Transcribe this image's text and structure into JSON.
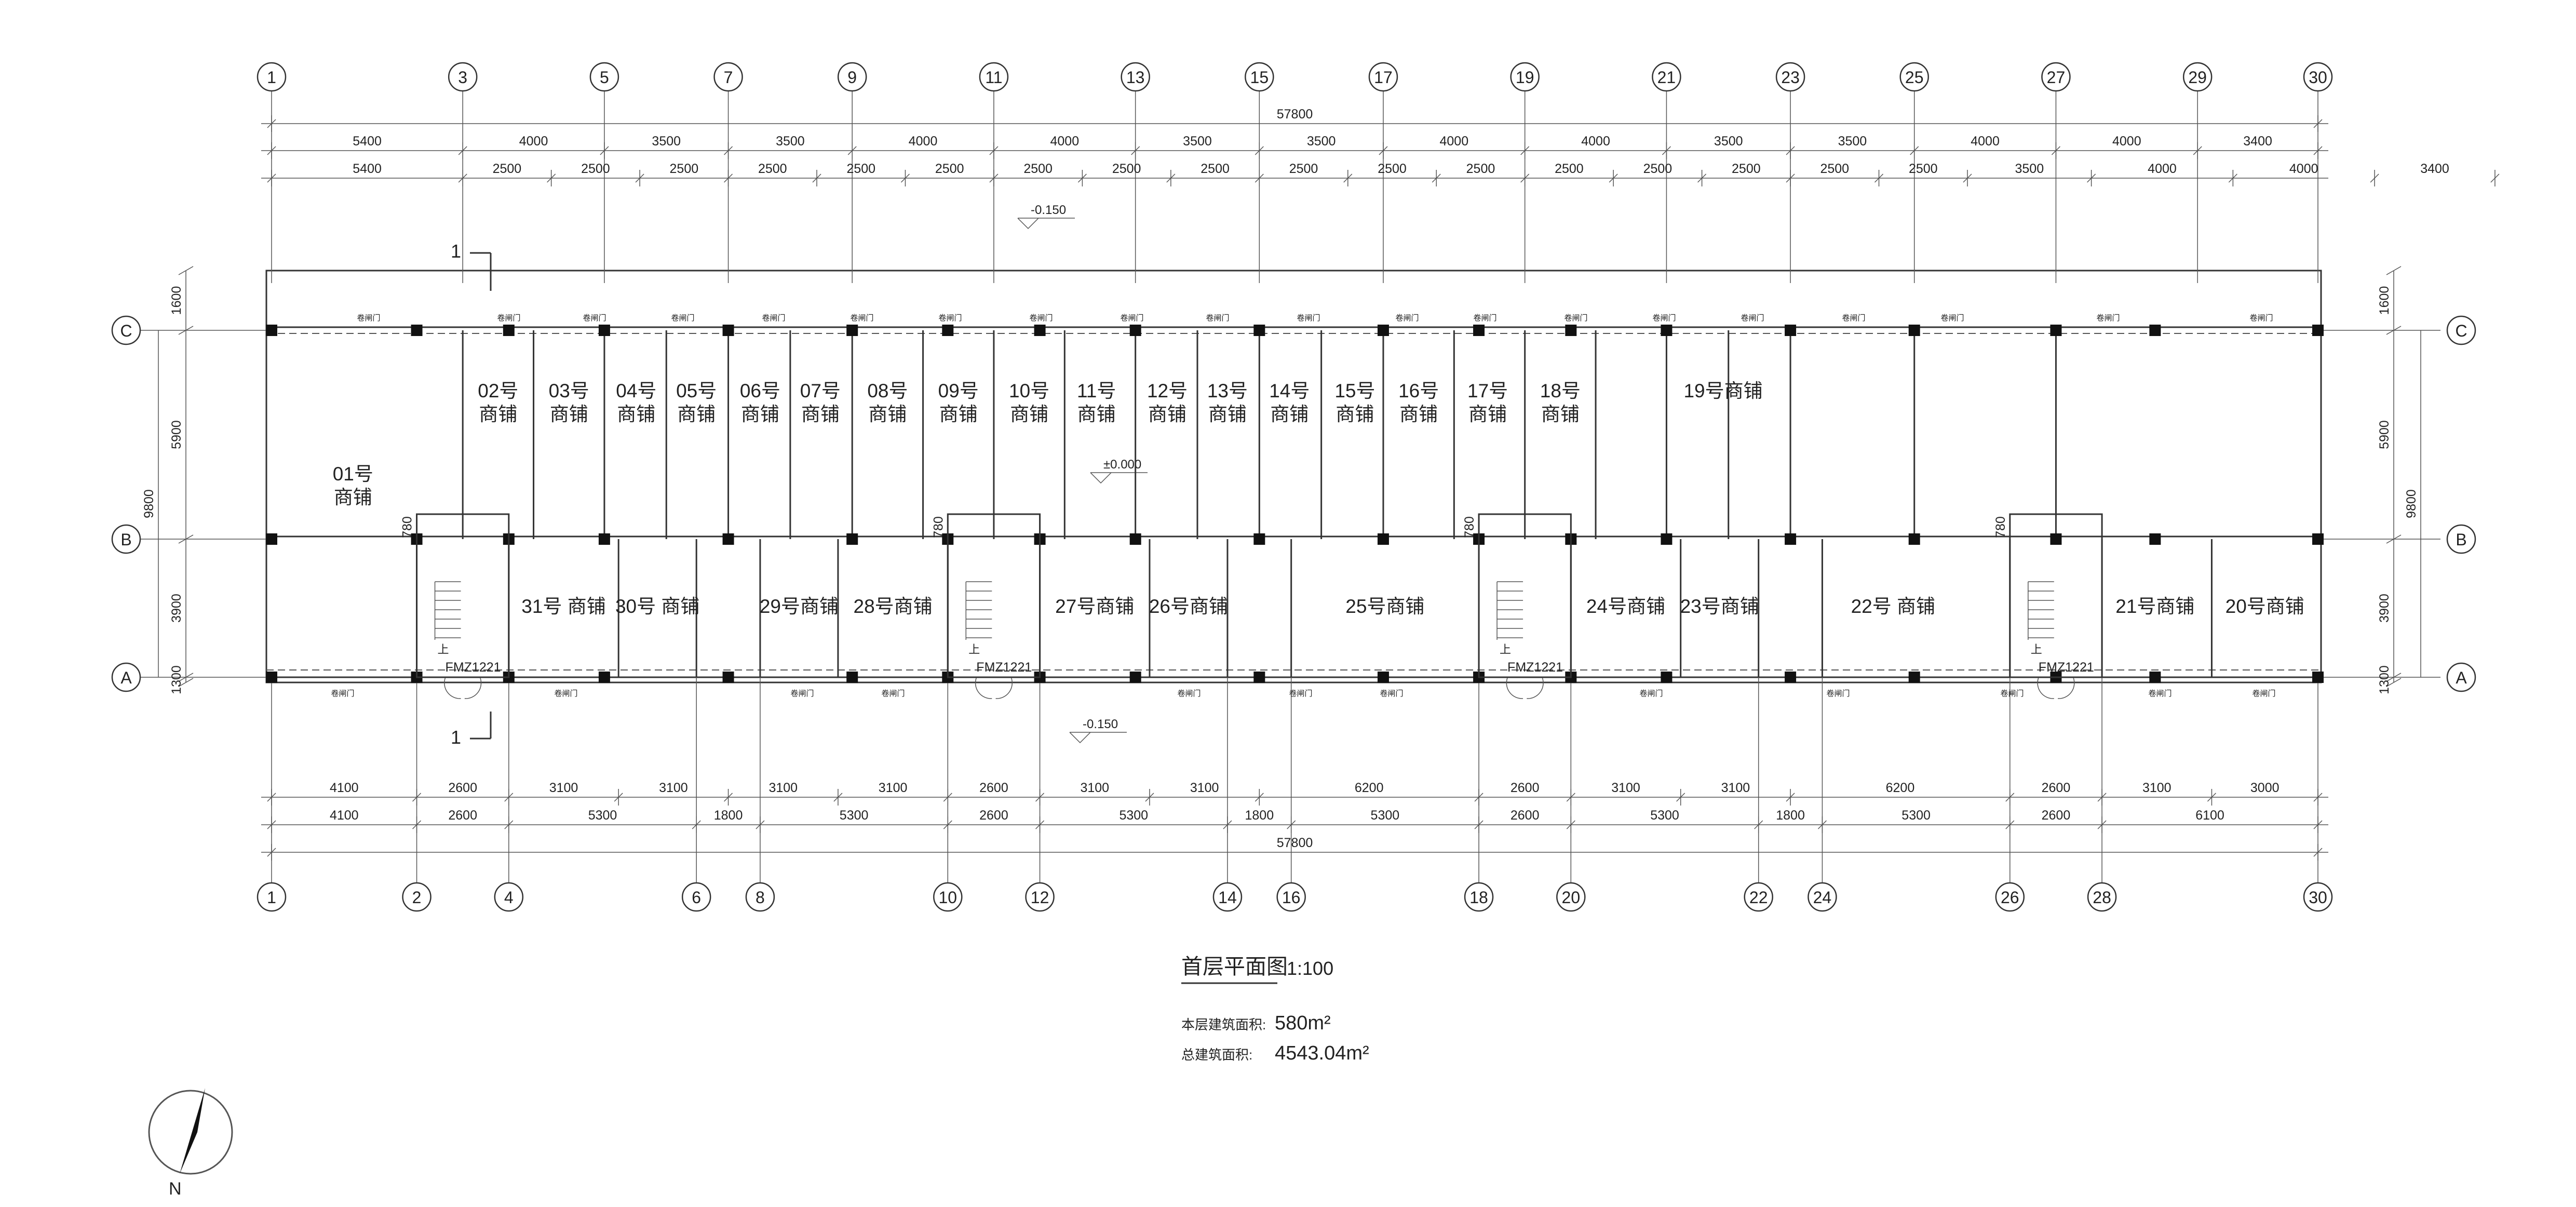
{
  "drawing": {
    "title": "首层平面图",
    "scale": "1:100",
    "floor_area_label": "本层建筑面积:",
    "floor_area_value": "580m²",
    "total_area_label": "总建筑面积:",
    "total_area_value": "4543.04m²",
    "north_label": "N"
  },
  "grid": {
    "top_axes": [
      {
        "label": "1",
        "mm": 0
      },
      {
        "label": "3",
        "mm": 5400
      },
      {
        "label": "5",
        "mm": 9400
      },
      {
        "label": "7",
        "mm": 12900
      },
      {
        "label": "9",
        "mm": 16400
      },
      {
        "label": "11",
        "mm": 20400
      },
      {
        "label": "13",
        "mm": 24400
      },
      {
        "label": "15",
        "mm": 27900
      },
      {
        "label": "17",
        "mm": 31400
      },
      {
        "label": "19",
        "mm": 35400
      },
      {
        "label": "21",
        "mm": 39400
      },
      {
        "label": "23",
        "mm": 42900
      },
      {
        "label": "25",
        "mm": 46400
      },
      {
        "label": "27",
        "mm": 50400
      },
      {
        "label": "29",
        "mm": 54400
      },
      {
        "label": "30",
        "mm": 57800
      }
    ],
    "bottom_axes": [
      {
        "label": "1",
        "mm": 0
      },
      {
        "label": "2",
        "mm": 4100
      },
      {
        "label": "4",
        "mm": 6700
      },
      {
        "label": "6",
        "mm": 12000
      },
      {
        "label": "8",
        "mm": 13800
      },
      {
        "label": "10",
        "mm": 19100
      },
      {
        "label": "12",
        "mm": 21700
      },
      {
        "label": "14",
        "mm": 27000
      },
      {
        "label": "16",
        "mm": 28800
      },
      {
        "label": "18",
        "mm": 34100
      },
      {
        "label": "20",
        "mm": 36700
      },
      {
        "label": "22",
        "mm": 42000
      },
      {
        "label": "24",
        "mm": 43800
      },
      {
        "label": "26",
        "mm": 49100
      },
      {
        "label": "28",
        "mm": 51700
      },
      {
        "label": "30",
        "mm": 57800
      }
    ],
    "rows": [
      "A",
      "B",
      "C"
    ],
    "total_span": "57800"
  },
  "dimensions": {
    "top_row1": [
      "5400",
      "4000",
      "3500",
      "3500",
      "4000",
      "4000",
      "3500",
      "3500",
      "4000",
      "4000",
      "3500",
      "3500",
      "4000",
      "4000",
      "3400"
    ],
    "top_row2": [
      "5400",
      "2500",
      "2500",
      "2500",
      "2500",
      "2500",
      "2500",
      "2500",
      "2500",
      "2500",
      "2500",
      "2500",
      "2500",
      "2500",
      "2500",
      "2500",
      "2500",
      "2500",
      "3500",
      "4000",
      "4000",
      "3400"
    ],
    "bottom_row1": [
      "4100",
      "2600",
      "3100",
      "3100",
      "3100",
      "3100",
      "2600",
      "3100",
      "3100",
      "6200",
      "2600",
      "3100",
      "3100",
      "6200",
      "2600",
      "3100",
      "3000"
    ],
    "bottom_row2": [
      "4100",
      "2600",
      "5300",
      "1800",
      "5300",
      "2600",
      "5300",
      "1800",
      "5300",
      "2600",
      "5300",
      "1800",
      "5300",
      "2600",
      "6100"
    ],
    "left_side": [
      "1600",
      "5900",
      "3900",
      "1300"
    ],
    "left_total": "9800",
    "right_side": [
      "1600",
      "5900",
      "3900",
      "1300"
    ],
    "right_total": "9800",
    "stair_offsets": [
      "780",
      "780",
      "780",
      "780"
    ],
    "levels": [
      "-0.150",
      "±0.000",
      "-0.150"
    ]
  },
  "shops_north": [
    {
      "num": "01号",
      "name": "商铺"
    },
    {
      "num": "02号",
      "name": "商铺"
    },
    {
      "num": "03号",
      "name": "商铺"
    },
    {
      "num": "04号",
      "name": "商铺"
    },
    {
      "num": "05号",
      "name": "商铺"
    },
    {
      "num": "06号",
      "name": "商铺"
    },
    {
      "num": "07号",
      "name": "商铺"
    },
    {
      "num": "08号",
      "name": "商铺"
    },
    {
      "num": "09号",
      "name": "商铺"
    },
    {
      "num": "10号",
      "name": "商铺"
    },
    {
      "num": "11号",
      "name": "商铺"
    },
    {
      "num": "12号",
      "name": "商铺"
    },
    {
      "num": "13号",
      "name": "商铺"
    },
    {
      "num": "14号",
      "name": "商铺"
    },
    {
      "num": "15号",
      "name": "商铺"
    },
    {
      "num": "16号",
      "name": "商铺"
    },
    {
      "num": "17号",
      "name": "商铺"
    },
    {
      "num": "18号",
      "name": "商铺"
    },
    {
      "num": "19号商铺",
      "name": ""
    }
  ],
  "shops_south": [
    "31号 商铺",
    "30号 商铺",
    "29号商铺",
    "28号商铺",
    "27号商铺",
    "26号商铺",
    "25号商铺",
    "24号商铺",
    "23号商铺",
    "22号 商铺",
    "21号商铺",
    "20号商铺"
  ],
  "stairs": {
    "door_code": "FMZ1221",
    "up": "上"
  },
  "rolling_door": "卷闸门",
  "section_mark": "1"
}
